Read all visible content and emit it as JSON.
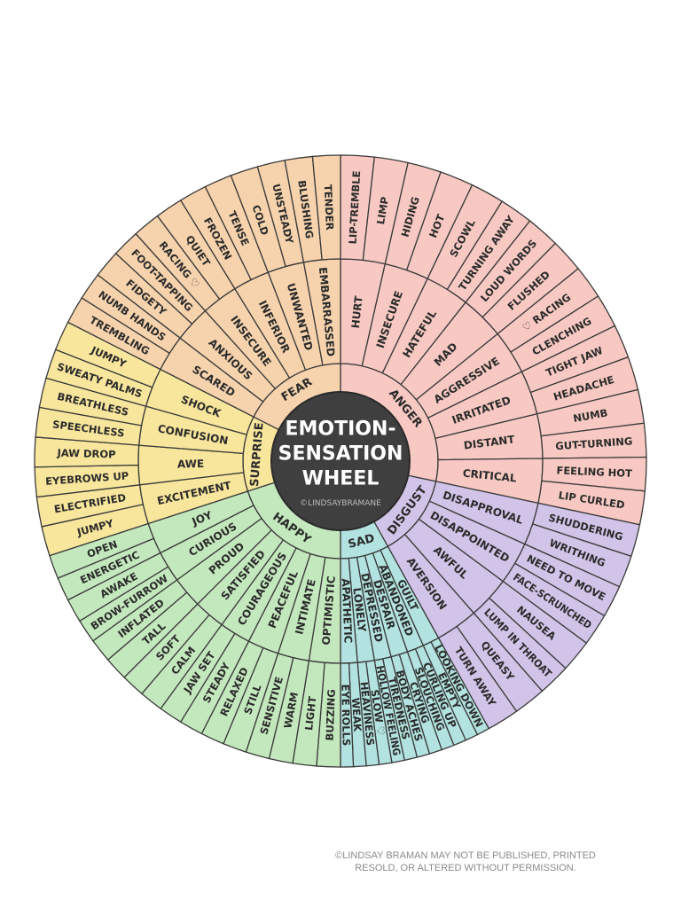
{
  "center": {
    "title_lines": [
      "EMOTION-",
      "SENSATION",
      "WHEEL"
    ],
    "credit": "©LINDSAYBRAMANE",
    "background": "#3f3f3f"
  },
  "copyright": {
    "line1": "©LINDSAY BRAMAN MAY NOT BE PUBLISHED, PRINTED",
    "line2": "RESOLD, OR ALTERED WITHOUT PERMISSION."
  },
  "groups": [
    {
      "core": "ANGER",
      "color": "#f7c9c2",
      "emotions": [
        "HURT",
        "INSECURE",
        "HATEFUL",
        "MAD",
        "AGGRESSIVE",
        "IRRITATED",
        "DISTANT",
        "CRITICAL"
      ],
      "sensations": [
        "LIP-TREMBLE",
        "LIMP",
        "HIDING",
        "HOT",
        "SCOWL",
        "TURNING AWAY",
        "LOUD WORDS",
        "FLUSHED",
        "♡ RACING",
        "CLENCHING",
        "TIGHT JAW",
        "HEADACHE",
        "NUMB",
        "GUT-TURNING",
        "FEELING HOT",
        "LIP CURLED"
      ]
    },
    {
      "core": "DISGUST",
      "color": "#d2c4e8",
      "emotions": [
        "DISAPPROVAL",
        "DISAPPOINTED",
        "AWFUL",
        "AVERSION"
      ],
      "sensations": [
        "SHUDDERING",
        "WRITHING",
        "NEED TO MOVE",
        "FACE-SCRUNCHED",
        "NAUSEA",
        "LUMP IN THROAT",
        "QUEASY",
        "TURN AWAY"
      ]
    },
    {
      "core": "SAD",
      "color": "#b3e3e0",
      "emotions": [
        "GUILT",
        "ABANDONED",
        "DESPAIR",
        "DEPRESSED",
        "LONELY",
        "APATHETIC"
      ],
      "sensations": [
        "LOOKING DOWN",
        "EMPTY",
        "CURLING UP",
        "SLOUCHING",
        "CRYING",
        "BODY ACHES",
        "TIREDNESS",
        "HOLLOW FEELING",
        "SLOW ♡",
        "HEAVINESS",
        "WEAK",
        "EYE ROLLS"
      ]
    },
    {
      "core": "HAPPY",
      "color": "#c4e8bd",
      "emotions": [
        "OPTIMISTIC",
        "INTIMATE",
        "PEACEFUL",
        "COURAGEOUS",
        "SATISFIED",
        "PROUD",
        "CURIOUS",
        "JOY"
      ],
      "sensations": [
        "BUZZING",
        "LIGHT",
        "WARM",
        "SENSITIVE",
        "STILL",
        "RELAXED",
        "STEADY",
        "JAW SET",
        "CALM",
        "SOFT",
        "TALL",
        "INFLATED",
        "BROW-FURROW",
        "AWAKE",
        "ENERGETIC",
        "OPEN"
      ]
    },
    {
      "core": "SURPRISE",
      "color": "#f8e69d",
      "emotions": [
        "EXCITEMENT",
        "AWE",
        "CONFUSION",
        "SHOCK"
      ],
      "sensations": [
        "JUMPY",
        "ELECTRIFIED",
        "EYEBROWS UP",
        "JAW DROP",
        "SPEECHLESS",
        "BREATHLESS",
        "SWEATY PALMS",
        "JUMPY"
      ]
    },
    {
      "core": "FEAR",
      "color": "#f6d3ad",
      "emotions": [
        "SCARED",
        "ANXIOUS",
        "INSECURE",
        "INFERIOR",
        "UNWANTED",
        "EMBARRASSED"
      ],
      "sensations": [
        "TREMBLING",
        "NUMB HANDS",
        "FIDGETY",
        "FOOT-TAPPING",
        "RACING ♡",
        "QUIET",
        "FROZEN",
        "TENSE",
        "COLD",
        "UNSTEADY",
        "BLUSHING",
        "TENDER"
      ]
    }
  ]
}
